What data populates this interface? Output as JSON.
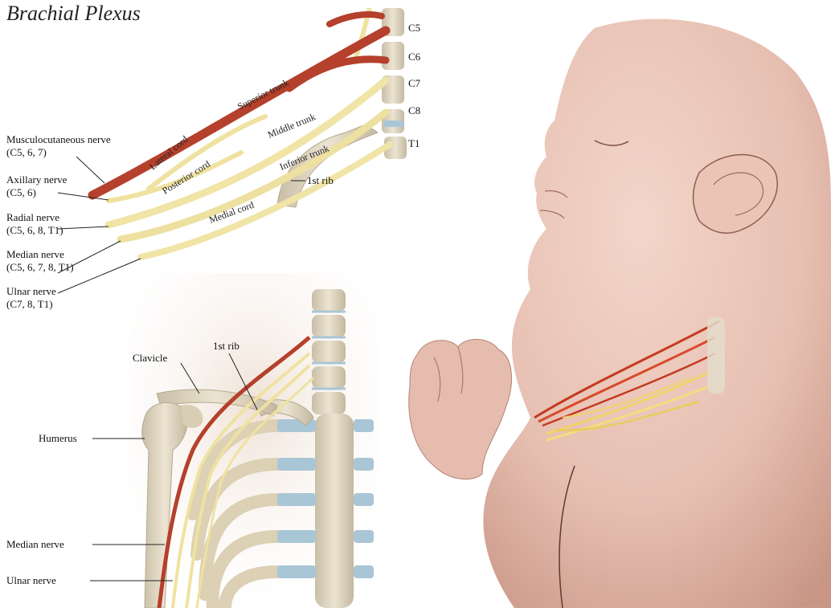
{
  "title": "Brachial Plexus",
  "vertebrae": [
    "C5",
    "C6",
    "C7",
    "C8",
    "T1"
  ],
  "plexus_parts": {
    "superior_trunk": "Superior trunk",
    "middle_trunk": "Middle trunk",
    "inferior_trunk": "Inferior trunk",
    "lateral_cord": "Lateral cord",
    "posterior_cord": "Posterior cord",
    "medial_cord": "Medial cord",
    "first_rib": "1st rib"
  },
  "nerves": [
    {
      "name": "Musculocutaneous nerve",
      "roots": "(C5, 6, 7)"
    },
    {
      "name": "Axillary nerve",
      "roots": "(C5, 6)"
    },
    {
      "name": "Radial nerve",
      "roots": "(C5, 6, 8, T1)"
    },
    {
      "name": "Median nerve",
      "roots": "(C5, 6, 7, 8, T1)"
    },
    {
      "name": "Ulnar nerve",
      "roots": "(C7, 8, T1)"
    }
  ],
  "skeleton_labels": {
    "clavicle": "Clavicle",
    "first_rib": "1st rib",
    "humerus": "Humerus",
    "median_nerve": "Median nerve",
    "ulnar_nerve": "Ulnar nerve"
  },
  "colors": {
    "nerve_red": "#b5402c",
    "nerve_yellow": "#efe2a0",
    "bone": "#ddd1b8",
    "cartilage": "#a9c6d6",
    "skin": "#e8c6b8"
  }
}
